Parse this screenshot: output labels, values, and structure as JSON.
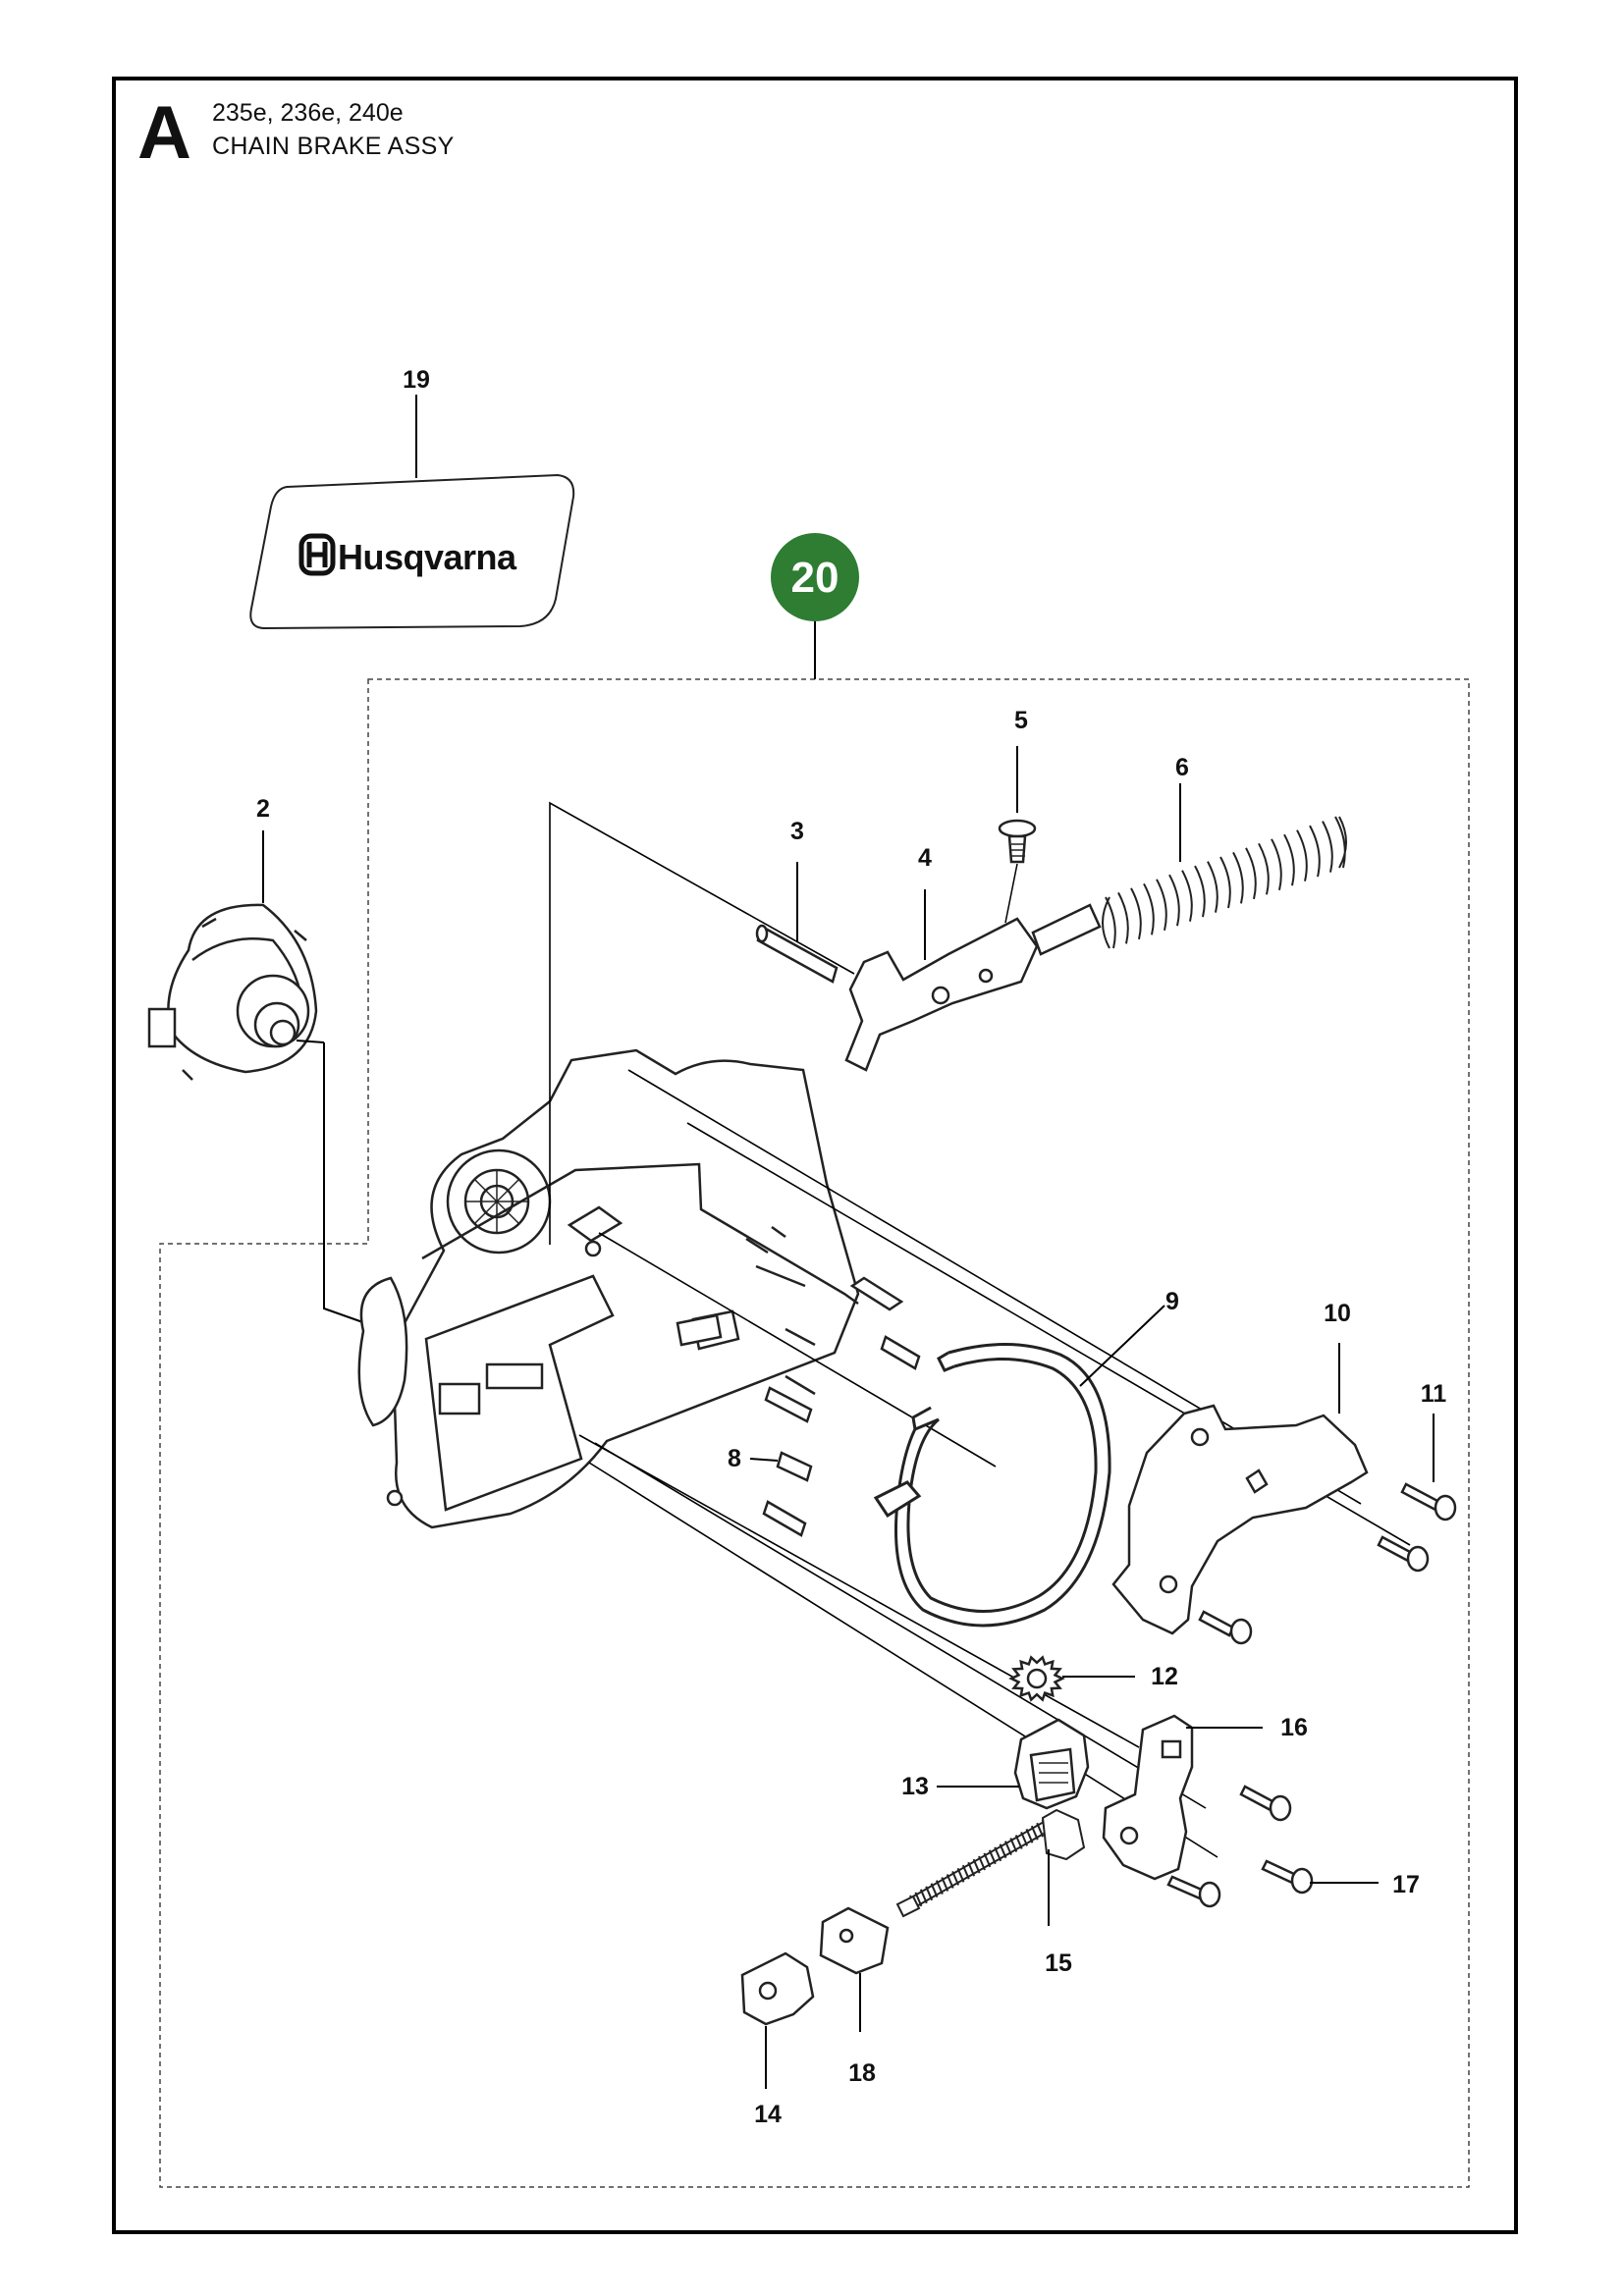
{
  "header": {
    "section_letter": "A",
    "models": "235e, 236e, 240e",
    "title": "CHAIN BRAKE ASSY"
  },
  "decal": {
    "brand": "Husqvarna"
  },
  "kit": {
    "number": "20",
    "color": "#2e7d32"
  },
  "callouts": [
    "19",
    "2",
    "3",
    "4",
    "5",
    "6",
    "8",
    "9",
    "10",
    "11",
    "12",
    "13",
    "14",
    "15",
    "16",
    "17",
    "18"
  ]
}
